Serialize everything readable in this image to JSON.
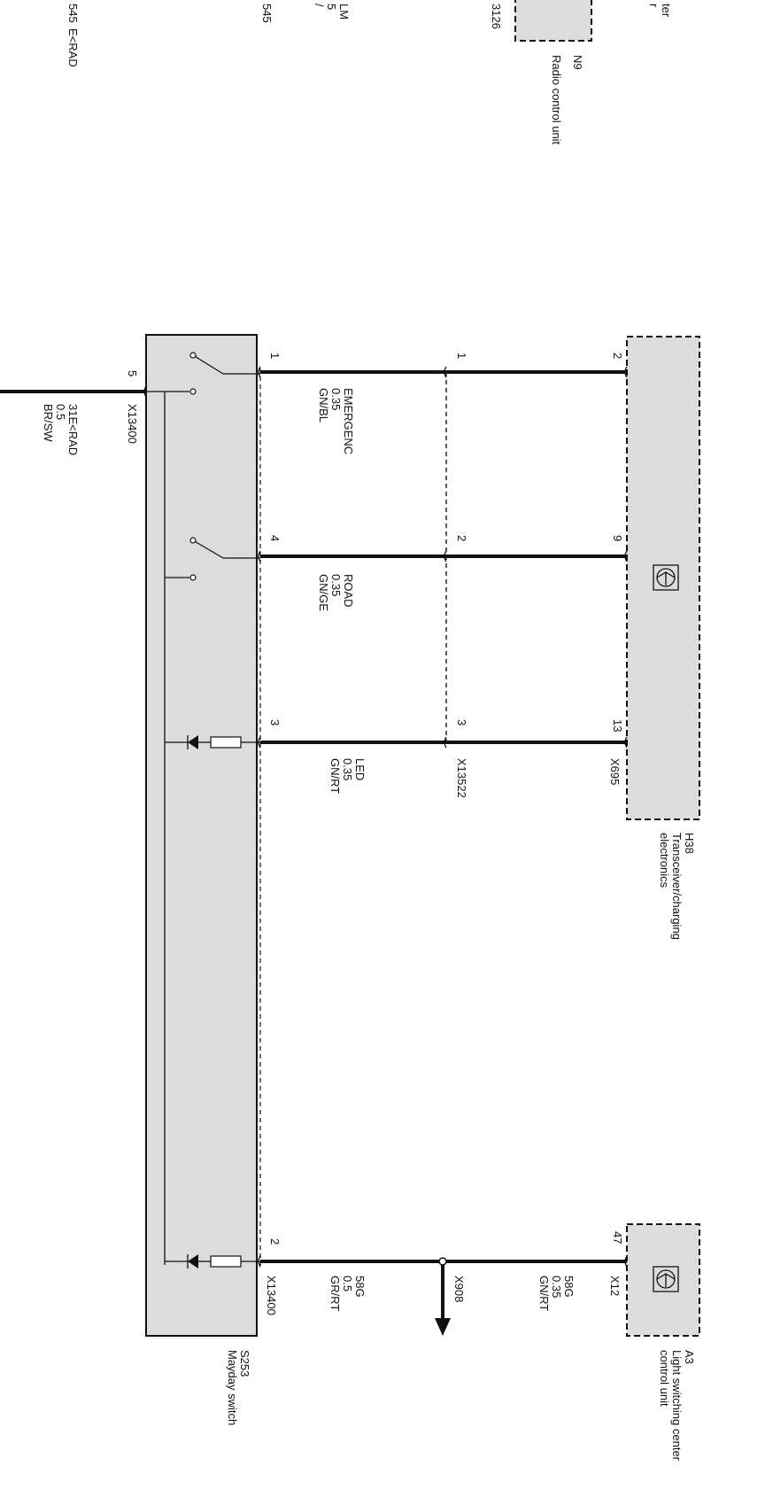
{
  "clipped": {
    "left_frags": [
      "545",
      "E<RAD",
      "545",
      "LM",
      "5",
      "/"
    ],
    "n9_frag": "3126",
    "top_right_frag": "ter",
    "top_right_frag2": "r"
  },
  "components": {
    "n9": {
      "id": "N9",
      "name": "Radio control unit"
    },
    "h38": {
      "id": "H38",
      "name_line1": "Transceiver/charging",
      "name_line2": "electronics",
      "connector": "X695",
      "pins": [
        "2",
        "9",
        "13"
      ]
    },
    "a3": {
      "id": "A3",
      "name_line1": "Light switching center",
      "name_line2": "control unit",
      "connector": "X12",
      "pin": "47"
    },
    "s253": {
      "id": "S253",
      "name": "Mayday switch",
      "connector": "X13400",
      "pins": [
        "1",
        "4",
        "3",
        "2",
        "5"
      ]
    }
  },
  "connectors": {
    "x13522": {
      "id": "X13522",
      "pins": [
        "1",
        "2",
        "3"
      ]
    },
    "x908": {
      "id": "X908"
    },
    "x13400_top": {
      "id": "X13400"
    },
    "x13400_bottom": {
      "id": "X13400"
    }
  },
  "wires": {
    "emergency": {
      "name": "EMERGENC",
      "size": "0.35",
      "color": "GN/BL"
    },
    "road": {
      "name": "ROAD",
      "size": "0.35",
      "color": "GN/GE"
    },
    "led": {
      "name": "LED",
      "size": "0.35",
      "color": "GN/RT"
    },
    "w58g_upper": {
      "name": "58G",
      "size": "0.35",
      "color": "GN/RT"
    },
    "w58g_lower": {
      "name": "58G",
      "size": "0.5",
      "color": "GR/RT"
    },
    "ground": {
      "name": "31E<RAD",
      "size": "0.5",
      "color": "BR/SW"
    }
  }
}
